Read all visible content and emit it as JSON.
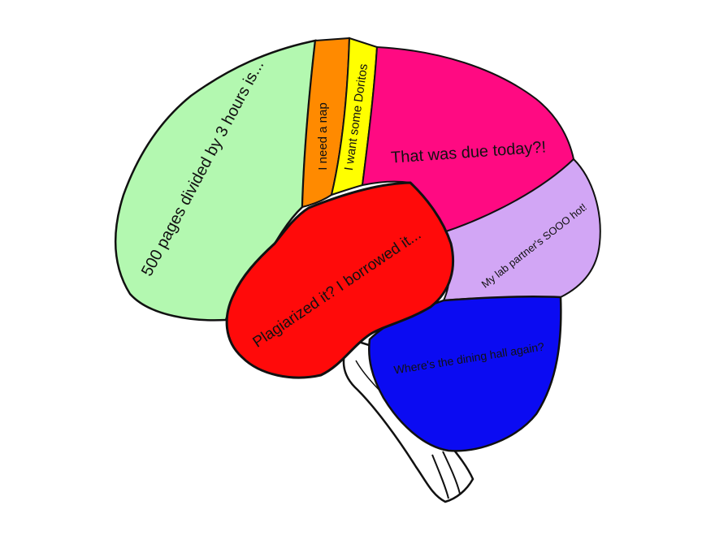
{
  "colors": {
    "background": "#ffffff",
    "outline": "#111111",
    "frontal": "#b3f8b0",
    "motor": "#ff8a00",
    "sensory": "#ffff00",
    "parietal": "#ff0a82",
    "occipital": "#d2a6f5",
    "cerebellum": "#0b0bf2",
    "temporal": "#ff0a0a",
    "stem": "#ffffff"
  },
  "regions": {
    "frontal": {
      "label": "500 pages divided by 3 hours is..."
    },
    "motor": {
      "label": "I need a nap"
    },
    "sensory": {
      "label": "I want some Doritos"
    },
    "parietal": {
      "label": "That was due today?!"
    },
    "occipital": {
      "label": "My lab partner's SOOO hot!"
    },
    "temporal": {
      "label": "Plagiarized it? I borrowed it..."
    },
    "cerebellum": {
      "label": "Where's the dining hall again?"
    }
  }
}
